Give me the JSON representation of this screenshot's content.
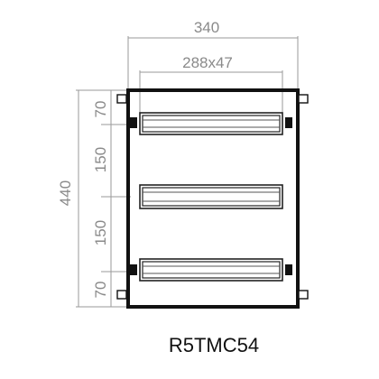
{
  "dimensions": {
    "overall_width": "340",
    "opening_width": "288x47",
    "overall_height": "440",
    "segments": [
      "70",
      "150",
      "150",
      "70"
    ]
  },
  "model": "R5TMC54"
}
